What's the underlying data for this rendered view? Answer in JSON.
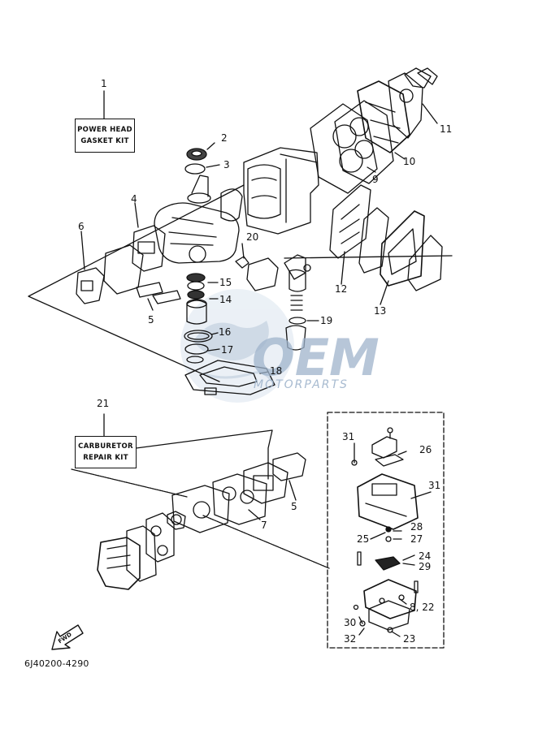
{
  "kits": {
    "power_head": {
      "number": "1",
      "line1": "POWER HEAD",
      "line2": "GASKET KIT"
    },
    "carburetor": {
      "number": "21",
      "line1": "CARBURETOR",
      "line2": "REPAIR KIT"
    }
  },
  "callouts": {
    "n2": "2",
    "n3": "3",
    "n4": "4",
    "n5a": "5",
    "n5b": "5",
    "n6": "6",
    "n7": "7",
    "n8_22": "8, 22",
    "n9": "9",
    "n10": "10",
    "n11": "11",
    "n12": "12",
    "n13": "13",
    "n14": "14",
    "n15": "15",
    "n16": "16",
    "n17": "17",
    "n18": "18",
    "n19": "19",
    "n20": "20",
    "n23": "23",
    "n24": "24",
    "n25": "25",
    "n26": "26",
    "n27": "27",
    "n28": "28",
    "n29": "29",
    "n30": "30",
    "n31a": "31",
    "n31b": "31",
    "n32": "32"
  },
  "direction_label": "FWD",
  "diagram_code": "6J40200-4290",
  "watermark": {
    "logo": "OEM",
    "text": "MOTORPARTS"
  },
  "colors": {
    "ink": "#111111",
    "watermark": "#9fb4cc",
    "watermark_light": "#c7d5e4"
  }
}
